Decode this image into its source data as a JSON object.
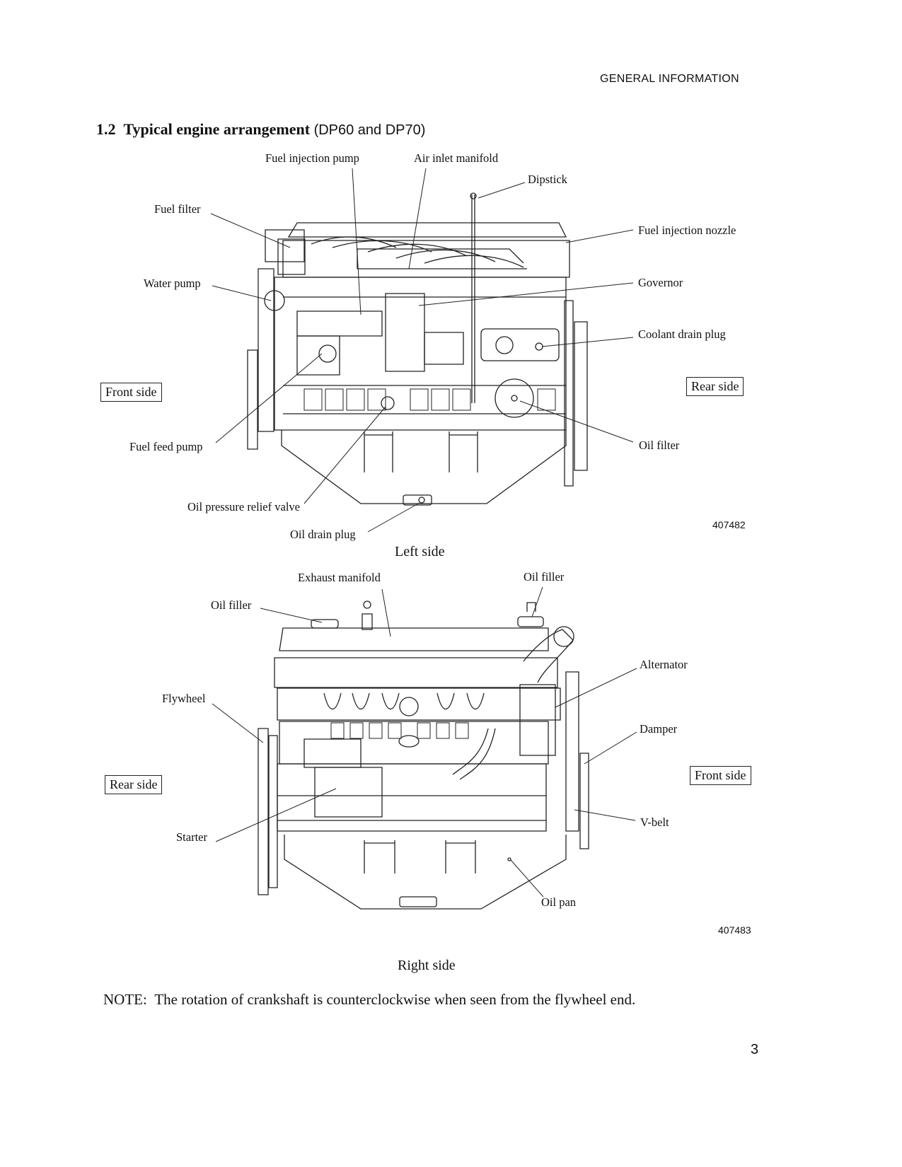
{
  "header": {
    "section": "GENERAL INFORMATION"
  },
  "heading": {
    "number": "1.2",
    "title": "Typical engine arrangement",
    "models": "(DP60 and DP70)"
  },
  "left_figure": {
    "labels": {
      "fuel_injection_pump": "Fuel injection pump",
      "air_inlet_manifold": "Air inlet manifold",
      "dipstick": "Dipstick",
      "fuel_filter": "Fuel filter",
      "fuel_injection_nozzle": "Fuel injection nozzle",
      "water_pump": "Water pump",
      "governor": "Governor",
      "coolant_drain_plug": "Coolant drain plug",
      "front_side": "Front side",
      "rear_side": "Rear side",
      "fuel_feed_pump": "Fuel feed pump",
      "oil_filter": "Oil filter",
      "oil_pressure_relief_valve": "Oil pressure relief valve",
      "oil_drain_plug": "Oil drain plug"
    },
    "figure_id": "407482",
    "caption": "Left side"
  },
  "right_figure": {
    "labels": {
      "exhaust_manifold": "Exhaust manifold",
      "oil_filler_top": "Oil filler",
      "oil_filler_left": "Oil filler",
      "alternator": "Alternator",
      "flywheel": "Flywheel",
      "damper": "Damper",
      "rear_side": "Rear side",
      "front_side": "Front side",
      "starter": "Starter",
      "v_belt": "V-belt",
      "oil_pan": "Oil pan"
    },
    "figure_id": "407483",
    "caption": "Right side"
  },
  "note": {
    "prefix": "NOTE:",
    "text": "The rotation of crankshaft is counterclockwise when seen from the flywheel end."
  },
  "page_number": "3"
}
